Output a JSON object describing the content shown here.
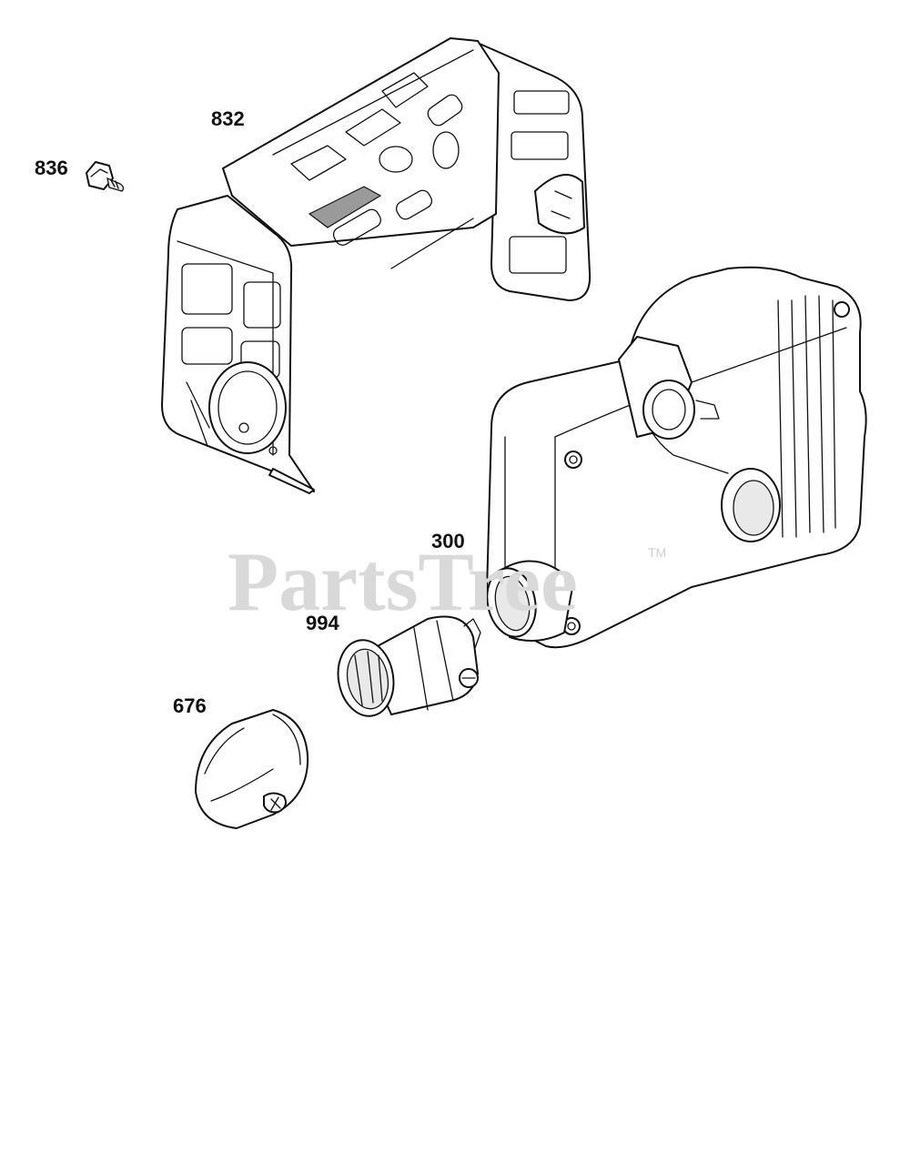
{
  "watermark": {
    "text": "PartsTree",
    "tm": "TM"
  },
  "parts": [
    {
      "id": "p832",
      "label": "832",
      "name": "muffler-guard"
    },
    {
      "id": "p836",
      "label": "836",
      "name": "screw"
    },
    {
      "id": "p300",
      "label": "300",
      "name": "muffler"
    },
    {
      "id": "p994",
      "label": "994",
      "name": "spark-arrestor-outlet"
    },
    {
      "id": "p676",
      "label": "676",
      "name": "deflector"
    }
  ],
  "colors": {
    "line": "#111111",
    "watermark": "#d9d9d9",
    "background": "#ffffff"
  }
}
